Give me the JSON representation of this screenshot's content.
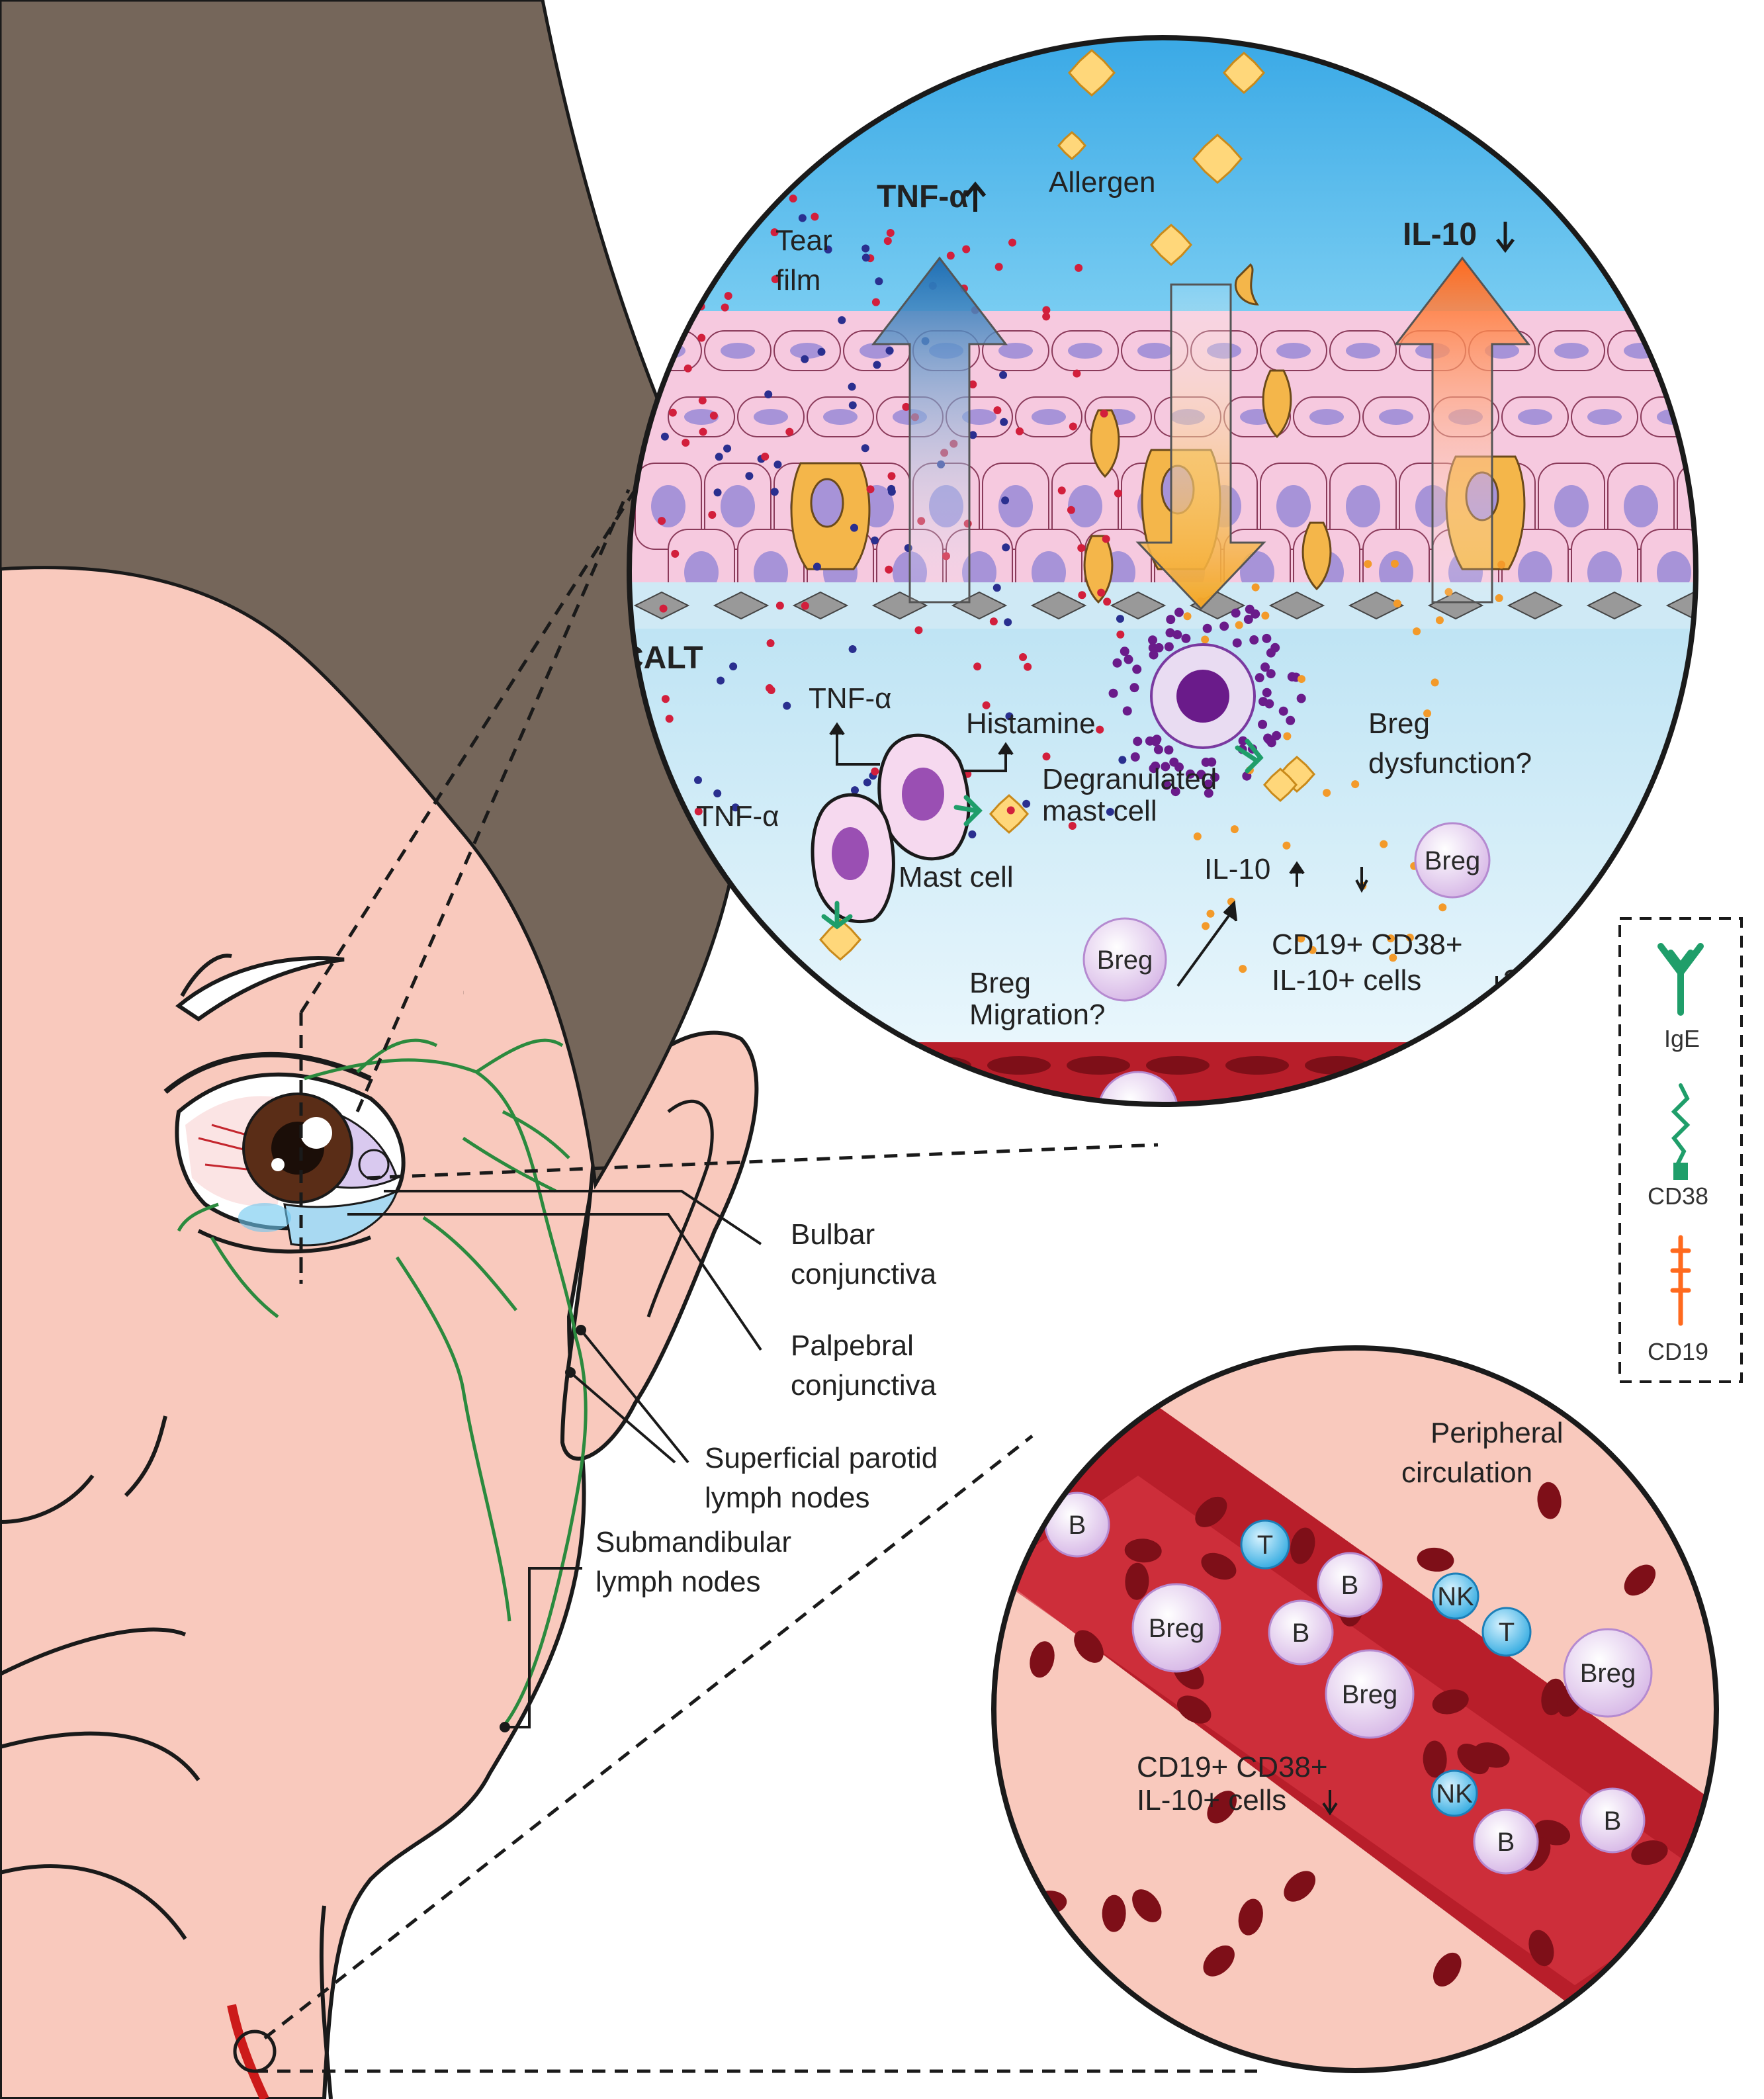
{
  "top_circle": {
    "tnf_top": "TNF-α",
    "allergen": "Allergen",
    "tear_film": [
      "Tear",
      "film"
    ],
    "il10_top": "IL-10",
    "calt": "CALT",
    "tnf_mid": "TNF-α",
    "histamine": "Histamine",
    "tnf_low": "TNF-α",
    "degranulated": [
      "Degranulated",
      "mast cell"
    ],
    "breg_dysfunction": [
      "Breg",
      "dysfunction?"
    ],
    "mast_cell": "Mast cell",
    "il10_mid": "IL-10",
    "breg": "Breg",
    "breg_migration": [
      "Breg",
      "Migration?"
    ],
    "cd_cells": [
      "CD19+ CD38+",
      "IL-10+ cells",
      "?"
    ]
  },
  "legend": {
    "items": [
      "IgE",
      "CD38",
      "CD19"
    ]
  },
  "face_labels": {
    "bulbar": [
      "Bulbar",
      "conjunctiva"
    ],
    "palpebral": [
      "Palpebral",
      "conjunctiva"
    ],
    "parotid": [
      "Superficial parotid",
      "lymph nodes"
    ],
    "submandibular": [
      "Submandibular",
      "lymph nodes"
    ]
  },
  "bottom_circle": {
    "title": [
      "Peripheral",
      "circulation"
    ],
    "cd_cells": [
      "CD19+ CD38+",
      "IL-10+ cells"
    ],
    "cells": {
      "b": "B",
      "t": "T",
      "nk": "NK",
      "breg": "Breg"
    }
  },
  "colors": {
    "skin": "#f9c9bd",
    "hair": "#75665a",
    "tear_blue": "#47b5ea",
    "epithelium_pink": "#f6c9df",
    "nucleus_purple": "#a793d8",
    "vessel_red": "#b81e2a",
    "lymph_green": "#2b8a3e",
    "arrow_orange": "#ff7a22",
    "arrow_blue": "#1f6fb4"
  }
}
